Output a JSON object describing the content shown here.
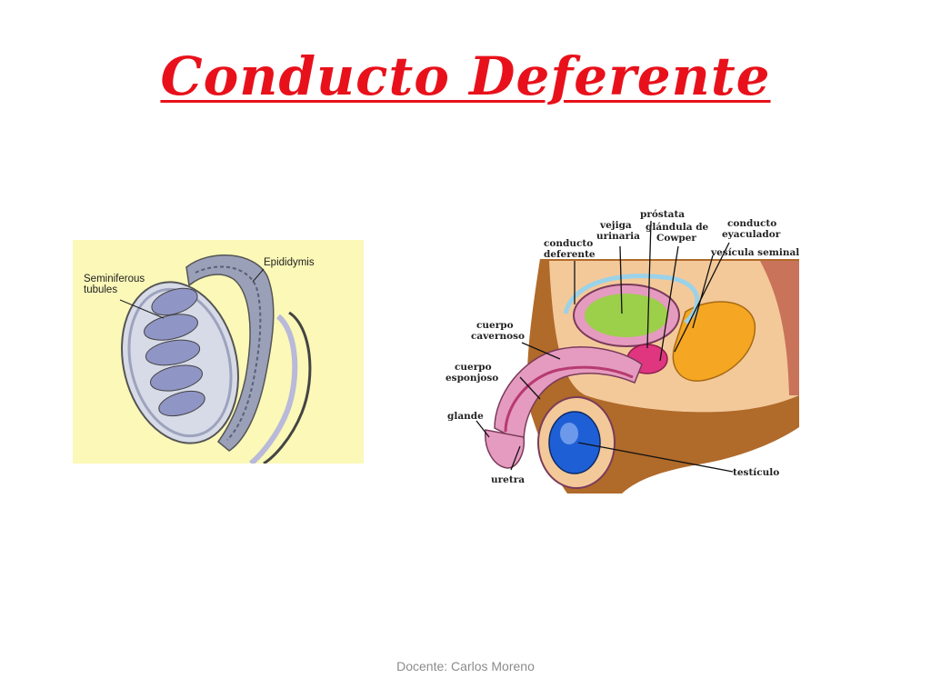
{
  "slide": {
    "title": "Conducto Deferente",
    "footer": "Docente: Carlos Moreno"
  },
  "colors": {
    "title": "#e8111b",
    "left_background": "#fbf8b8",
    "testis_fill": "#d7dbe8",
    "tubule_fill": "#8f95c4",
    "testicle_blue": "#1f5fd6",
    "seminal_vesicle": "#f5a623",
    "bladder": "#9ccf4a",
    "tissue_pink": "#e59bbf",
    "skin": "#b06a2a"
  },
  "figure_testis": {
    "labels": {
      "epididymis": "Epididymis",
      "seminiferous_line1": "Seminiferous",
      "seminiferous_line2": "tubules"
    }
  },
  "figure_male_anatomy": {
    "labels": {
      "prostata": "próstata",
      "vejiga_line1": "vejiga",
      "vejiga_line2": "urinaria",
      "glandula_line1": "glándula de",
      "glandula_line2": "Cowper",
      "conducto_eyac_line1": "conducto",
      "conducto_eyac_line2": "eyaculador",
      "conducto_def_line1": "conducto",
      "conducto_def_line2": "deferente",
      "vesicula_seminal": "vesícula seminal",
      "cuerpo_cav_line1": "cuerpo",
      "cuerpo_cav_line2": "cavernoso",
      "cuerpo_esp_line1": "cuerpo",
      "cuerpo_esp_line2": "esponjoso",
      "glande": "glande",
      "uretra": "uretra",
      "testiculo": "testículo"
    }
  }
}
